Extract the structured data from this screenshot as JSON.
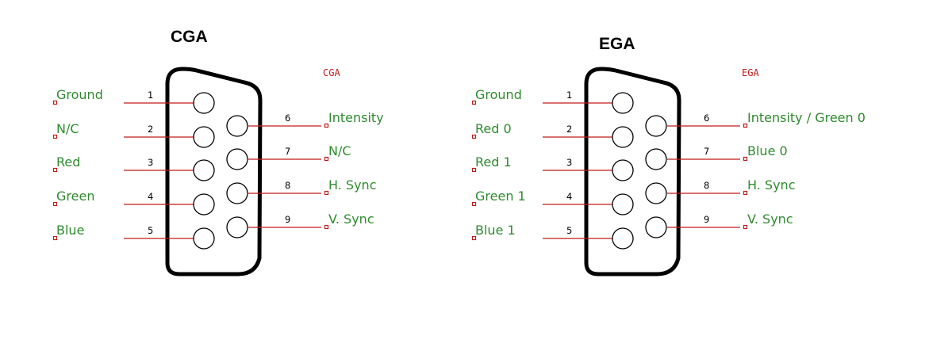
{
  "colors": {
    "signal": "#2e8b2e",
    "wire": "#c21b1b",
    "tag": "#c21b1b",
    "outline": "#000000"
  },
  "connectors": [
    {
      "title": "CGA",
      "tag": "CGA",
      "pins": [
        {
          "num": "1",
          "label": "Ground"
        },
        {
          "num": "2",
          "label": "N/C"
        },
        {
          "num": "3",
          "label": "Red"
        },
        {
          "num": "4",
          "label": "Green"
        },
        {
          "num": "5",
          "label": "Blue"
        },
        {
          "num": "6",
          "label": "Intensity"
        },
        {
          "num": "7",
          "label": "N/C"
        },
        {
          "num": "8",
          "label": "H. Sync"
        },
        {
          "num": "9",
          "label": "V. Sync"
        }
      ]
    },
    {
      "title": "EGA",
      "tag": "EGA",
      "pins": [
        {
          "num": "1",
          "label": "Ground"
        },
        {
          "num": "2",
          "label": "Red 0"
        },
        {
          "num": "3",
          "label": "Red 1"
        },
        {
          "num": "4",
          "label": "Green 1"
        },
        {
          "num": "5",
          "label": "Blue 1"
        },
        {
          "num": "6",
          "label": "Intensity / Green 0"
        },
        {
          "num": "7",
          "label": "Blue 0"
        },
        {
          "num": "8",
          "label": "H. Sync"
        },
        {
          "num": "9",
          "label": "V. Sync"
        }
      ]
    }
  ]
}
